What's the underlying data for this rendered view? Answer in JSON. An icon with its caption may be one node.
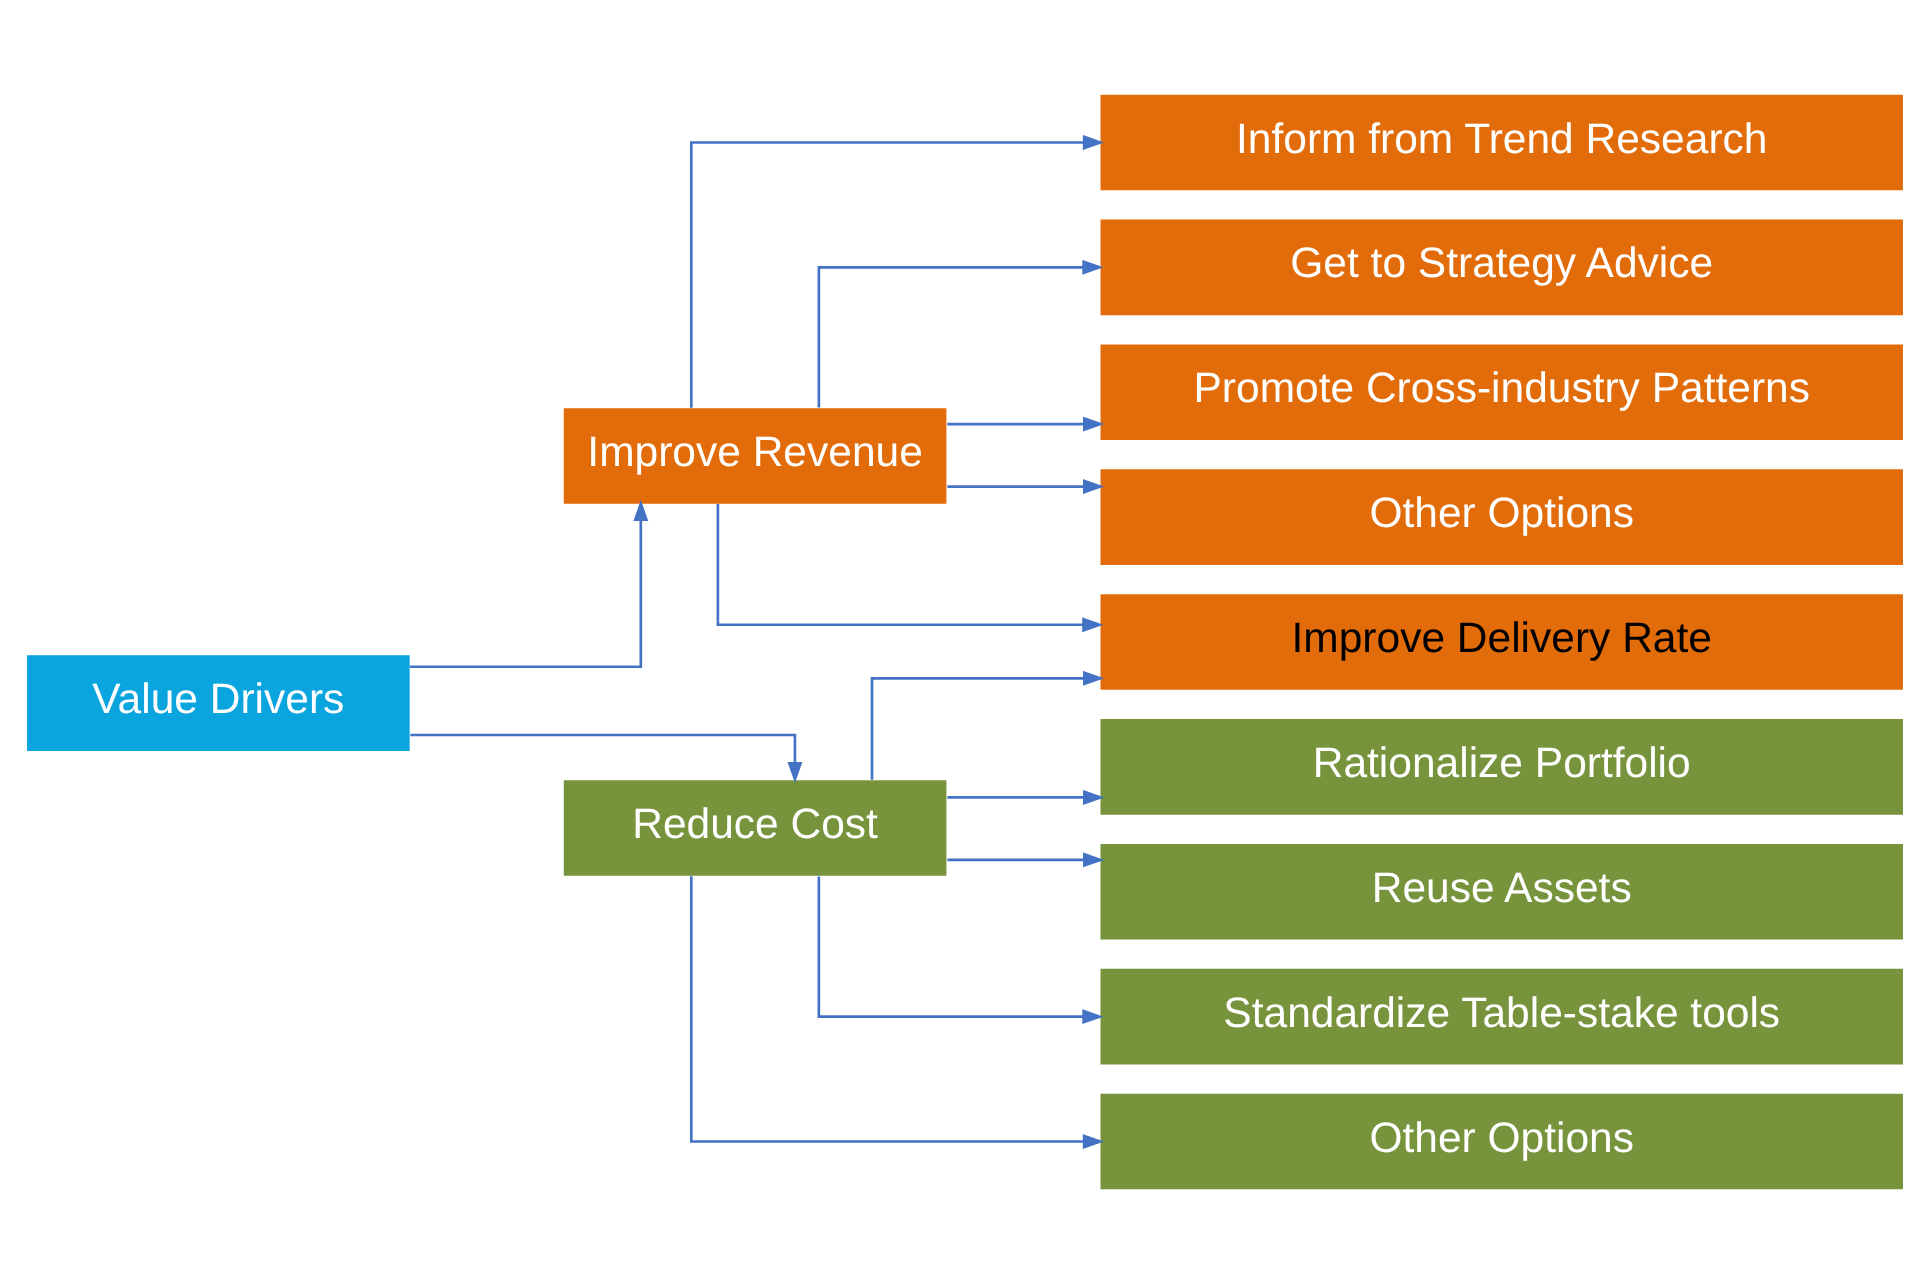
{
  "diagram": {
    "nodes": [
      {
        "text": [
          "Value Drivers"
        ]
      },
      {
        "text": [
          "Improve Revenue"
        ]
      },
      {
        "text": [
          "Inform from Trend Research"
        ]
      },
      {
        "text": [
          "Get to Strategy Advice"
        ]
      },
      {
        "text": [
          "Promote Cross-industry Patterns"
        ]
      },
      {
        "text": [
          "Other Options"
        ]
      },
      {
        "text": [
          "Improve Delivery Rate"
        ]
      },
      {
        "text": [
          "Reduce Cost"
        ]
      },
      {
        "text": [
          "Rationalize Portfolio"
        ]
      },
      {
        "text": [
          "Reuse Assets"
        ]
      },
      {
        "text": [
          "Standardize Table-stake tools"
        ]
      },
      {
        "text": [
          "Other Options"
        ]
      }
    ],
    "edges": [
      {
        "from": 0,
        "to": 1,
        "arrow": "to"
      },
      {
        "from": 0,
        "to": 7,
        "arrow": "to"
      },
      {
        "from": 1,
        "to": 2,
        "arrow": "to"
      },
      {
        "from": 1,
        "to": 3,
        "arrow": "to"
      },
      {
        "from": 1,
        "to": 4,
        "arrow": "to"
      },
      {
        "from": 1,
        "to": 5,
        "arrow": "to"
      },
      {
        "from": 1,
        "to": 6,
        "arrow": "to"
      },
      {
        "from": 7,
        "to": 6,
        "arrow": "to"
      },
      {
        "from": 7,
        "to": 8,
        "arrow": "to"
      },
      {
        "from": 7,
        "to": 9,
        "arrow": "to"
      },
      {
        "from": 7,
        "to": 10,
        "arrow": "to"
      },
      {
        "from": 7,
        "to": 11,
        "arrow": "to"
      }
    ]
  }
}
